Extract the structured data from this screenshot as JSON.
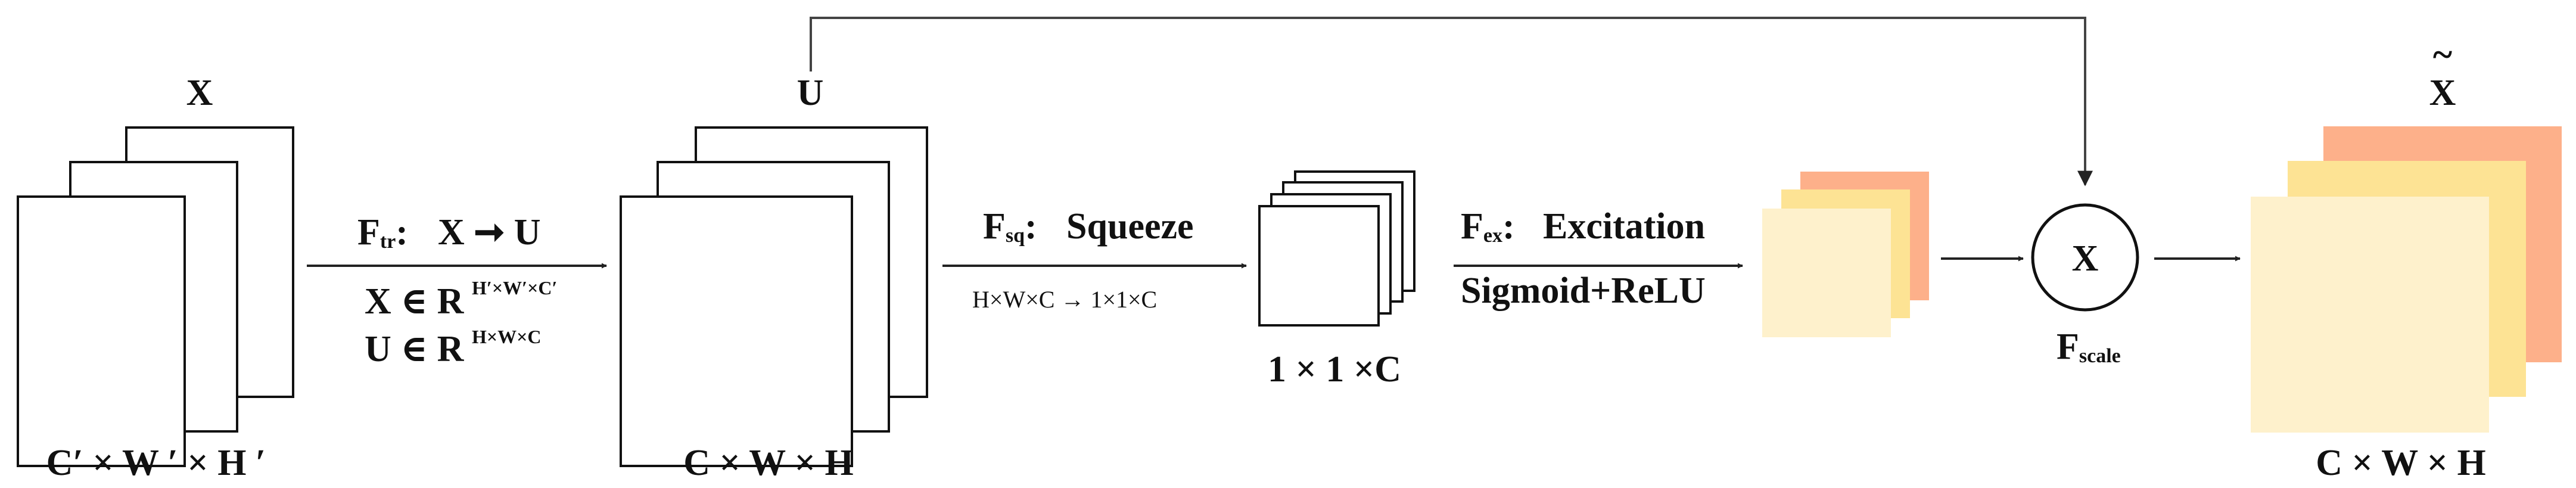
{
  "diagram": {
    "tensor_x": {
      "label": "X",
      "dims": "C′ × W ′ × H ′"
    },
    "tensor_u": {
      "label": "U",
      "dims": "C × W × H"
    },
    "transform": {
      "symbol": "F",
      "subscript": "tr",
      "colon": ":",
      "mapping": "X ➞ U",
      "x_domain": "X ∈ R",
      "x_exponent": "H′×W′×C′",
      "u_domain": "U ∈ R",
      "u_exponent": "H×W×C"
    },
    "squeeze": {
      "symbol": "F",
      "subscript": "sq",
      "colon": ":",
      "name": "Squeeze",
      "shape_change": "H×W×C → 1×1×C",
      "output_dims": "1 × 1 ×C"
    },
    "excitation": {
      "symbol": "F",
      "subscript": "ex",
      "colon": ":",
      "name": "Excitation",
      "activations": "Sigmoid+ReLU"
    },
    "scale": {
      "operator": "X",
      "symbol": "F",
      "subscript": "scale"
    },
    "output": {
      "label": "X",
      "accent": "~",
      "dims": "C × W × H"
    },
    "colors": {
      "frame_stroke": "#111111",
      "arrow": "#222222",
      "weights_front": "#fef1cc",
      "weights_middle": "#fde394",
      "weights_back": "#fdb08a",
      "output_front": "#fef1cc",
      "output_middle": "#fde394",
      "output_back": "#fdb08a"
    }
  }
}
